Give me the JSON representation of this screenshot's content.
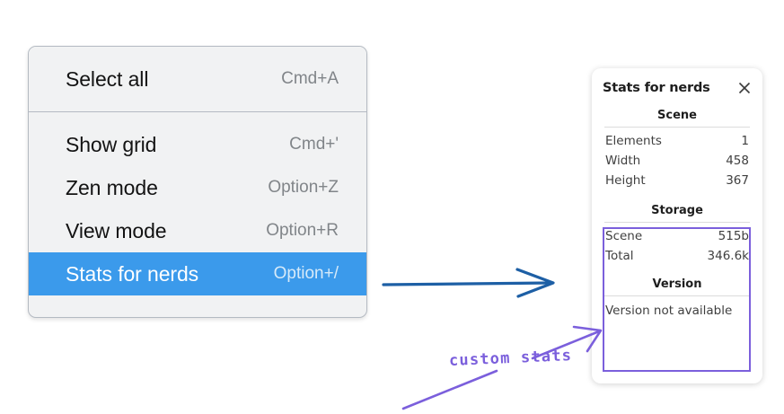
{
  "context_menu": {
    "name": "canvas-context-menu",
    "groups": [
      {
        "items": [
          {
            "label": "Select all",
            "shortcut": "Cmd+A",
            "selected": false
          }
        ]
      },
      {
        "items": [
          {
            "label": "Show grid",
            "shortcut": "Cmd+'",
            "selected": false
          },
          {
            "label": "Zen mode",
            "shortcut": "Option+Z",
            "selected": false
          },
          {
            "label": "View mode",
            "shortcut": "Option+R",
            "selected": false
          },
          {
            "label": "Stats for nerds",
            "shortcut": "Option+/",
            "selected": true
          }
        ]
      }
    ],
    "highlight_color": "#3b9aeb",
    "background_color": "#f1f2f3",
    "border_color": "#b4bac2"
  },
  "stats_panel": {
    "title": "Stats for nerds",
    "close_icon": "close-icon",
    "sections": [
      {
        "heading": "Scene",
        "rows": [
          {
            "key": "Elements",
            "value": "1"
          },
          {
            "key": "Width",
            "value": "458"
          },
          {
            "key": "Height",
            "value": "367"
          }
        ]
      },
      {
        "heading": "Storage",
        "rows": [
          {
            "key": "Scene",
            "value": "515b"
          },
          {
            "key": "Total",
            "value": "346.6k"
          }
        ]
      },
      {
        "heading": "Version",
        "note": "Version not available"
      }
    ]
  },
  "annotations": {
    "handwritten_label": "custom stats",
    "purple_color": "#7b5fdc",
    "blue_arrow_color": "#1d5fa5"
  }
}
